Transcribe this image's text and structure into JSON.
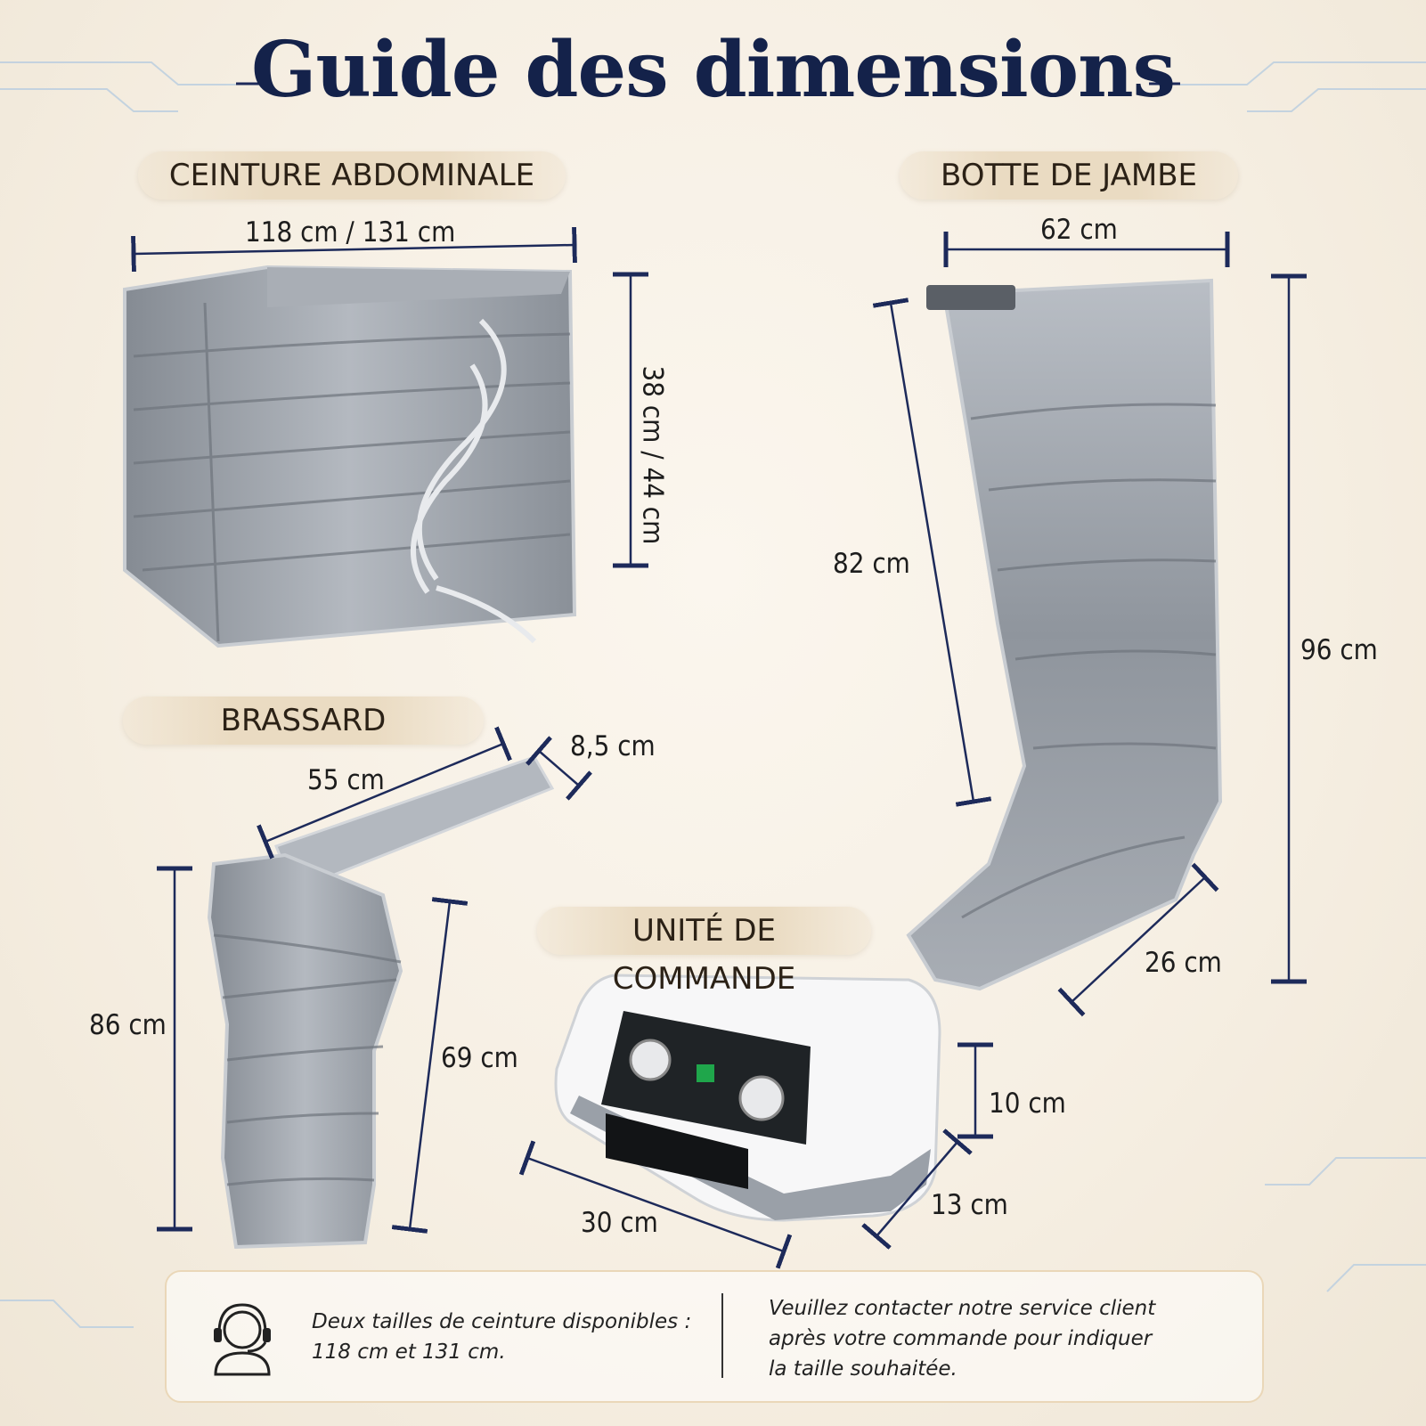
{
  "title": "Guide des dimensions",
  "sections": {
    "belt": {
      "label": "CEINTURE ABDOMINALE",
      "width": "118 cm / 131 cm",
      "height": "38 cm / 44 cm"
    },
    "boot": {
      "label": "BOTTE DE JAMBE",
      "width": "62 cm",
      "inner_length": "82 cm",
      "total_length": "96 cm",
      "foot": "26 cm"
    },
    "arm": {
      "label": "BRASSARD",
      "strap_length": "55 cm",
      "strap_width": "8,5 cm",
      "total_length": "86 cm",
      "inner_length": "69 cm"
    },
    "control": {
      "label": "UNITÉ DE COMMANDE",
      "width": "30 cm",
      "depth": "13 cm",
      "height": "10 cm"
    }
  },
  "notice": {
    "left_line1": "Deux tailles de ceinture disponibles :",
    "left_line2": "118 cm et 131 cm.",
    "right_line1": "Veuillez contacter notre service client",
    "right_line2": "après votre commande pour indiquer",
    "right_line3": "la taille souhaitée."
  },
  "icons": {
    "support": "headset-support-icon"
  },
  "colors": {
    "title": "#14224a",
    "line": "#1d2a5a",
    "product": "#9a9fa6",
    "pill": "#eadbc2"
  }
}
